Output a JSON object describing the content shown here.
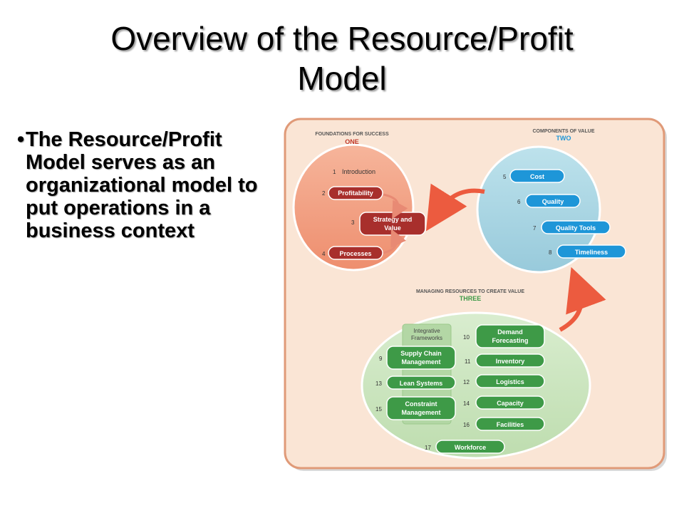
{
  "slide": {
    "title_line1": "Overview of the Resource/Profit",
    "title_line2": "Model",
    "bullets": [
      "The Resource/Profit Model serves as an organizational model to put operations in a business context"
    ]
  },
  "colors": {
    "panel": "#FAE5D5",
    "panel_border": "#E09A78",
    "one_circle": "#F2A083",
    "two_circle": "#A9D6E3",
    "three_circle": "#C9E3BD",
    "red_pill": "#A82F2C",
    "blue_pill": "#1E96D8",
    "green_pill": "#3E9A47",
    "arrow": "#EC5B3F"
  },
  "diagram": {
    "one": {
      "header": "FOUNDATIONS FOR SUCCESS",
      "label": "ONE",
      "intro_num": "1",
      "intro": "Introduction",
      "items": [
        {
          "num": "2",
          "label": "Profitability"
        },
        {
          "num": "3",
          "label1": "Strategy and",
          "label2": "Value"
        },
        {
          "num": "4",
          "label": "Processes"
        }
      ]
    },
    "two": {
      "header": "COMPONENTS OF VALUE",
      "label": "TWO",
      "items": [
        {
          "num": "5",
          "label": "Cost"
        },
        {
          "num": "6",
          "label": "Quality"
        },
        {
          "num": "7",
          "label": "Quality Tools"
        },
        {
          "num": "8",
          "label": "Timeliness"
        }
      ]
    },
    "three": {
      "header": "MANAGING RESOURCES TO CREATE VALUE",
      "label": "THREE",
      "frameworks1": "Integrative",
      "frameworks2": "Frameworks",
      "left_items": [
        {
          "num": "9",
          "label1": "Supply Chain",
          "label2": "Management"
        },
        {
          "num": "13",
          "label": "Lean Systems"
        },
        {
          "num": "15",
          "label1": "Constraint",
          "label2": "Management"
        }
      ],
      "right_items": [
        {
          "num": "10",
          "label1": "Demand",
          "label2": "Forecasting"
        },
        {
          "num": "11",
          "label": "Inventory"
        },
        {
          "num": "12",
          "label": "Logistics"
        },
        {
          "num": "14",
          "label": "Capacity"
        },
        {
          "num": "16",
          "label": "Facilities"
        }
      ],
      "bottom_item": {
        "num": "17",
        "label": "Workforce"
      }
    }
  }
}
